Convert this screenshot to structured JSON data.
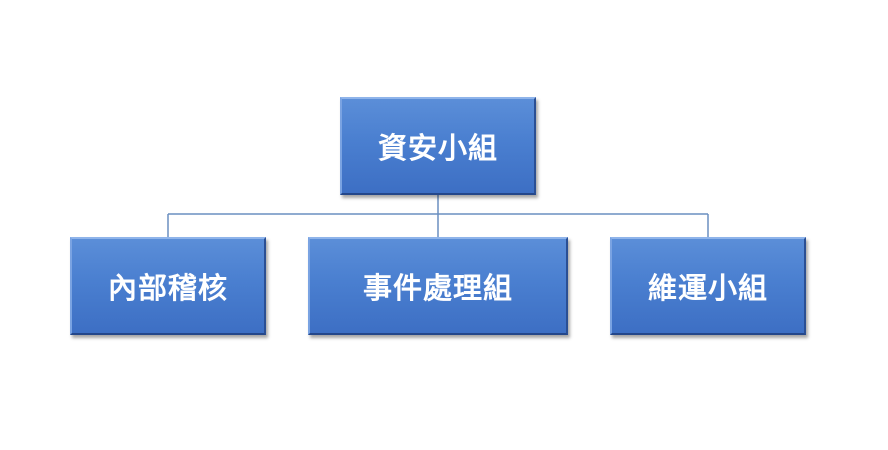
{
  "colors": {
    "box_fill": "#4a7fd0",
    "box_text": "#ffffff",
    "connector": "#6a8fc0"
  },
  "org_chart": {
    "root": {
      "label": "資安小組"
    },
    "children": [
      {
        "label": "內部稽核"
      },
      {
        "label": "事件處理組"
      },
      {
        "label": "維運小組"
      }
    ]
  }
}
